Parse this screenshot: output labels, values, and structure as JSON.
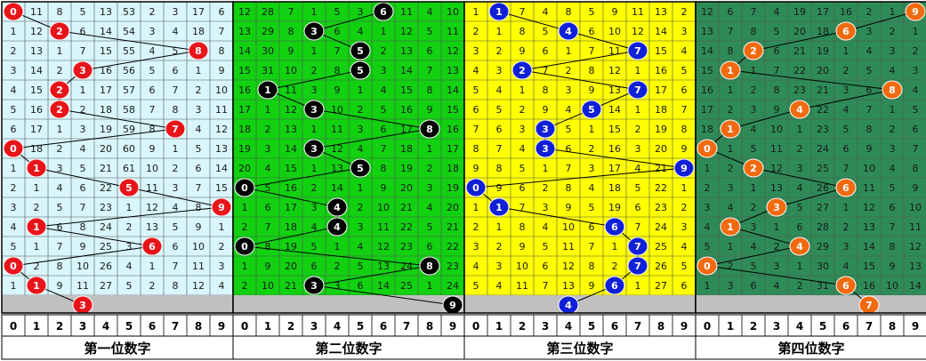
{
  "chart_data": {
    "type": "table",
    "panels": [
      {
        "title": "第一位数字",
        "bg": "#d8f6fb",
        "ball_color": "#e8141a",
        "ball_text": "#ffffff",
        "text_color": "#1a1a1a",
        "rows": [
          [
            "",
            "11",
            "8",
            "5",
            "13",
            "53",
            "2",
            "3",
            "17",
            "6"
          ],
          [
            "1",
            "12",
            "",
            "6",
            "14",
            "54",
            "3",
            "4",
            "18",
            "7"
          ],
          [
            "2",
            "13",
            "1",
            "7",
            "15",
            "55",
            "4",
            "5",
            "",
            "8"
          ],
          [
            "3",
            "14",
            "2",
            "",
            "16",
            "56",
            "5",
            "6",
            "1",
            "9"
          ],
          [
            "4",
            "15",
            "",
            "1",
            "17",
            "57",
            "6",
            "7",
            "2",
            "10"
          ],
          [
            "5",
            "16",
            "",
            "2",
            "18",
            "58",
            "7",
            "8",
            "3",
            "11"
          ],
          [
            "6",
            "17",
            "1",
            "3",
            "19",
            "59",
            "8",
            "",
            "4",
            "12"
          ],
          [
            "",
            "18",
            "2",
            "4",
            "20",
            "60",
            "9",
            "1",
            "5",
            "13"
          ],
          [
            "1",
            "",
            "3",
            "5",
            "21",
            "61",
            "10",
            "2",
            "6",
            "14"
          ],
          [
            "2",
            "1",
            "4",
            "6",
            "22",
            "",
            "11",
            "3",
            "7",
            "15"
          ],
          [
            "3",
            "2",
            "5",
            "7",
            "23",
            "1",
            "12",
            "4",
            "8",
            ""
          ],
          [
            "4",
            "",
            "6",
            "8",
            "24",
            "2",
            "13",
            "5",
            "9",
            "1"
          ],
          [
            "5",
            "1",
            "7",
            "9",
            "25",
            "3",
            "",
            "6",
            "10",
            "2"
          ],
          [
            "",
            "2",
            "8",
            "10",
            "26",
            "4",
            "1",
            "7",
            "11",
            "3"
          ],
          [
            "1",
            "",
            "9",
            "11",
            "27",
            "5",
            "2",
            "8",
            "12",
            "4"
          ]
        ],
        "draws": [
          0,
          2,
          8,
          3,
          2,
          2,
          7,
          0,
          1,
          5,
          9,
          1,
          6,
          0,
          1
        ],
        "next": 3
      },
      {
        "title": "第二位数字",
        "bg": "#11d111",
        "ball_color": "#000000",
        "ball_text": "#ffffff",
        "text_color": "#1a1a1a",
        "rows": [
          [
            "12",
            "28",
            "7",
            "1",
            "5",
            "3",
            "",
            "11",
            "4",
            "10"
          ],
          [
            "13",
            "29",
            "8",
            "",
            "6",
            "4",
            "1",
            "12",
            "5",
            "11"
          ],
          [
            "14",
            "30",
            "9",
            "1",
            "7",
            "",
            "2",
            "13",
            "6",
            "12"
          ],
          [
            "15",
            "31",
            "10",
            "2",
            "8",
            "",
            "3",
            "14",
            "7",
            "13"
          ],
          [
            "16",
            "",
            "11",
            "3",
            "9",
            "1",
            "4",
            "15",
            "8",
            "14"
          ],
          [
            "17",
            "1",
            "12",
            "",
            "10",
            "2",
            "5",
            "16",
            "9",
            "15"
          ],
          [
            "18",
            "2",
            "13",
            "1",
            "11",
            "3",
            "6",
            "17",
            "",
            "16"
          ],
          [
            "19",
            "3",
            "14",
            "",
            "12",
            "4",
            "7",
            "18",
            "1",
            "17"
          ],
          [
            "20",
            "4",
            "15",
            "1",
            "13",
            "",
            "8",
            "19",
            "2",
            "18"
          ],
          [
            "",
            "5",
            "16",
            "2",
            "14",
            "1",
            "9",
            "20",
            "3",
            "19"
          ],
          [
            "1",
            "6",
            "17",
            "3",
            "",
            "2",
            "10",
            "21",
            "4",
            "20"
          ],
          [
            "2",
            "7",
            "18",
            "4",
            "",
            "3",
            "11",
            "22",
            "5",
            "21"
          ],
          [
            "",
            "8",
            "19",
            "5",
            "1",
            "4",
            "12",
            "23",
            "6",
            "22"
          ],
          [
            "1",
            "9",
            "20",
            "6",
            "2",
            "5",
            "13",
            "24",
            "",
            "23"
          ],
          [
            "2",
            "10",
            "21",
            "",
            "3",
            "6",
            "14",
            "25",
            "1",
            "24"
          ]
        ],
        "draws": [
          6,
          3,
          5,
          5,
          1,
          3,
          8,
          3,
          5,
          0,
          4,
          4,
          0,
          8,
          3
        ],
        "next": 9
      },
      {
        "title": "第三位数字",
        "bg": "#ffff00",
        "ball_color": "#1020d8",
        "ball_text": "#ffffff",
        "text_color": "#1a1a1a",
        "rows": [
          [
            "1",
            "",
            "7",
            "4",
            "8",
            "5",
            "9",
            "11",
            "13",
            "2"
          ],
          [
            "2",
            "1",
            "8",
            "5",
            "",
            "6",
            "10",
            "12",
            "14",
            "3"
          ],
          [
            "3",
            "2",
            "9",
            "6",
            "1",
            "7",
            "11",
            "",
            "15",
            "4"
          ],
          [
            "4",
            "3",
            "",
            "7",
            "2",
            "8",
            "12",
            "1",
            "16",
            "5"
          ],
          [
            "5",
            "4",
            "1",
            "8",
            "3",
            "9",
            "13",
            "",
            "17",
            "6"
          ],
          [
            "6",
            "5",
            "2",
            "9",
            "4",
            "",
            "14",
            "1",
            "18",
            "7"
          ],
          [
            "7",
            "6",
            "3",
            "",
            "5",
            "1",
            "15",
            "2",
            "19",
            "8"
          ],
          [
            "8",
            "7",
            "4",
            "",
            "6",
            "2",
            "16",
            "3",
            "20",
            "9"
          ],
          [
            "9",
            "8",
            "5",
            "1",
            "7",
            "3",
            "17",
            "4",
            "21",
            ""
          ],
          [
            "",
            "9",
            "6",
            "2",
            "8",
            "4",
            "18",
            "5",
            "22",
            "1"
          ],
          [
            "1",
            "",
            "7",
            "3",
            "9",
            "5",
            "19",
            "6",
            "23",
            "2"
          ],
          [
            "2",
            "1",
            "8",
            "4",
            "10",
            "6",
            "",
            "7",
            "24",
            "3"
          ],
          [
            "3",
            "2",
            "9",
            "5",
            "11",
            "7",
            "1",
            "",
            "25",
            "4"
          ],
          [
            "4",
            "3",
            "10",
            "6",
            "12",
            "8",
            "2",
            "",
            "26",
            "5"
          ],
          [
            "5",
            "4",
            "11",
            "7",
            "13",
            "9",
            "",
            "1",
            "27",
            "6"
          ]
        ],
        "draws": [
          1,
          4,
          7,
          2,
          7,
          5,
          3,
          3,
          9,
          0,
          1,
          6,
          7,
          7,
          6
        ],
        "next": 4
      },
      {
        "title": "第四位数字",
        "bg": "#2e8b57",
        "ball_color": "#f26a10",
        "ball_text": "#ffffff",
        "text_color": "#111111",
        "rows": [
          [
            "12",
            "6",
            "7",
            "4",
            "19",
            "17",
            "16",
            "2",
            "1",
            ""
          ],
          [
            "13",
            "7",
            "8",
            "5",
            "20",
            "18",
            "",
            "3",
            "2",
            "1"
          ],
          [
            "14",
            "8",
            "",
            "6",
            "21",
            "19",
            "1",
            "4",
            "3",
            "2"
          ],
          [
            "15",
            "",
            "1",
            "7",
            "22",
            "20",
            "2",
            "5",
            "4",
            "3"
          ],
          [
            "16",
            "1",
            "2",
            "8",
            "23",
            "21",
            "3",
            "6",
            "",
            "4"
          ],
          [
            "17",
            "2",
            "3",
            "9",
            "",
            "22",
            "4",
            "7",
            "1",
            "5"
          ],
          [
            "18",
            "",
            "4",
            "10",
            "1",
            "23",
            "5",
            "8",
            "2",
            "6"
          ],
          [
            "",
            "1",
            "5",
            "11",
            "2",
            "24",
            "6",
            "9",
            "3",
            "7"
          ],
          [
            "1",
            "2",
            "",
            "12",
            "3",
            "25",
            "7",
            "10",
            "4",
            "8"
          ],
          [
            "2",
            "3",
            "1",
            "13",
            "4",
            "26",
            "",
            "11",
            "5",
            "9"
          ],
          [
            "3",
            "4",
            "2",
            "",
            "5",
            "27",
            "1",
            "12",
            "6",
            "10"
          ],
          [
            "4",
            "",
            "3",
            "1",
            "6",
            "28",
            "2",
            "13",
            "7",
            "11"
          ],
          [
            "5",
            "1",
            "4",
            "2",
            "",
            "29",
            "3",
            "14",
            "8",
            "12"
          ],
          [
            "",
            "2",
            "5",
            "3",
            "1",
            "30",
            "4",
            "15",
            "9",
            "13"
          ],
          [
            "1",
            "3",
            "6",
            "4",
            "2",
            "31",
            "",
            "16",
            "10",
            "14"
          ]
        ],
        "draws": [
          9,
          6,
          2,
          1,
          8,
          4,
          1,
          0,
          2,
          6,
          3,
          1,
          4,
          0,
          6
        ],
        "next": 7
      }
    ],
    "digits": [
      "0",
      "1",
      "2",
      "3",
      "4",
      "5",
      "6",
      "7",
      "8",
      "9"
    ]
  }
}
